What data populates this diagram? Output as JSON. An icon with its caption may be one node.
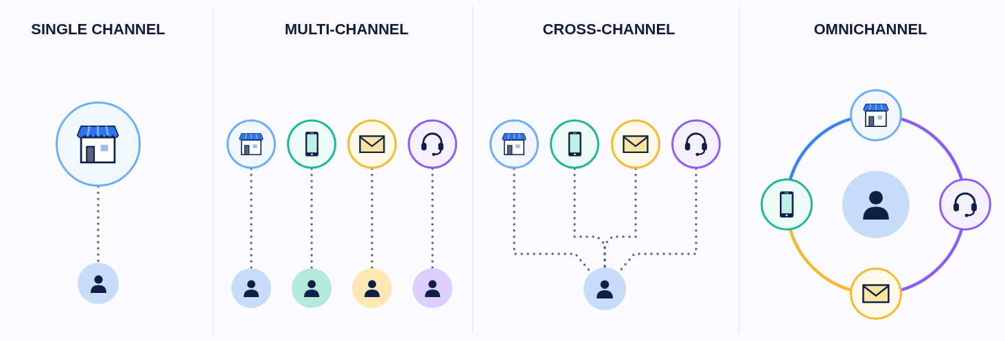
{
  "diagram": {
    "nodes": [
      {
        "text": [],
        "shape": "circle"
      },
      {
        "text": [],
        "shape": "circle"
      },
      {
        "text": [],
        "shape": "circle"
      },
      {
        "text": [],
        "shape": "circle"
      },
      {
        "text": [],
        "shape": "circle"
      },
      {
        "text": [],
        "shape": "circle"
      },
      {
        "text": [],
        "shape": "circle"
      },
      {
        "text": [],
        "shape": "circle"
      },
      {
        "text": [],
        "shape": "circle"
      },
      {
        "text": [],
        "shape": "circle"
      },
      {
        "text": [],
        "shape": "circle"
      },
      {
        "text": [],
        "shape": "circle"
      },
      {
        "text": [],
        "shape": "circle"
      },
      {
        "text": [],
        "shape": "circle"
      },
      {
        "text": [],
        "shape": "circle"
      },
      {
        "text": [],
        "shape": "circle"
      },
      {
        "text": [],
        "shape": "circle"
      },
      {
        "text": [],
        "shape": "circle"
      },
      {
        "text": [],
        "shape": "circle"
      },
      {
        "text": [],
        "shape": "circle"
      }
    ],
    "edges": [
      {
        "from": 0,
        "to": 1,
        "arrow": "none",
        "style": "dashed"
      },
      {
        "from": 2,
        "to": 6,
        "arrow": "none",
        "style": "dashed"
      },
      {
        "from": 3,
        "to": 7,
        "arrow": "none",
        "style": "dashed"
      },
      {
        "from": 4,
        "to": 8,
        "arrow": "none",
        "style": "dashed"
      },
      {
        "from": 5,
        "to": 9,
        "arrow": "none",
        "style": "dashed"
      },
      {
        "from": 10,
        "to": 14,
        "arrow": "none",
        "style": "dashed"
      },
      {
        "from": 11,
        "to": 14,
        "arrow": "none",
        "style": "dashed"
      },
      {
        "from": 12,
        "to": 14,
        "arrow": "none",
        "style": "dashed"
      },
      {
        "from": 13,
        "to": 14,
        "arrow": "none",
        "style": "dashed"
      },
      {
        "from": 15,
        "to": 18,
        "arrow": "none",
        "color": "#8b5cf6"
      },
      {
        "from": 18,
        "to": 19,
        "arrow": "none",
        "color": "#8b5cf6"
      },
      {
        "from": 19,
        "to": 16,
        "arrow": "none",
        "color": "#f5b82e"
      },
      {
        "from": 16,
        "to": 15,
        "arrow": "none",
        "color": "#3b82f6"
      }
    ],
    "labels": [
      "SINGLE CHANNEL",
      "MULTI-CHANNEL",
      "CROSS-CHANNEL",
      "OMNICHANNEL"
    ]
  }
}
